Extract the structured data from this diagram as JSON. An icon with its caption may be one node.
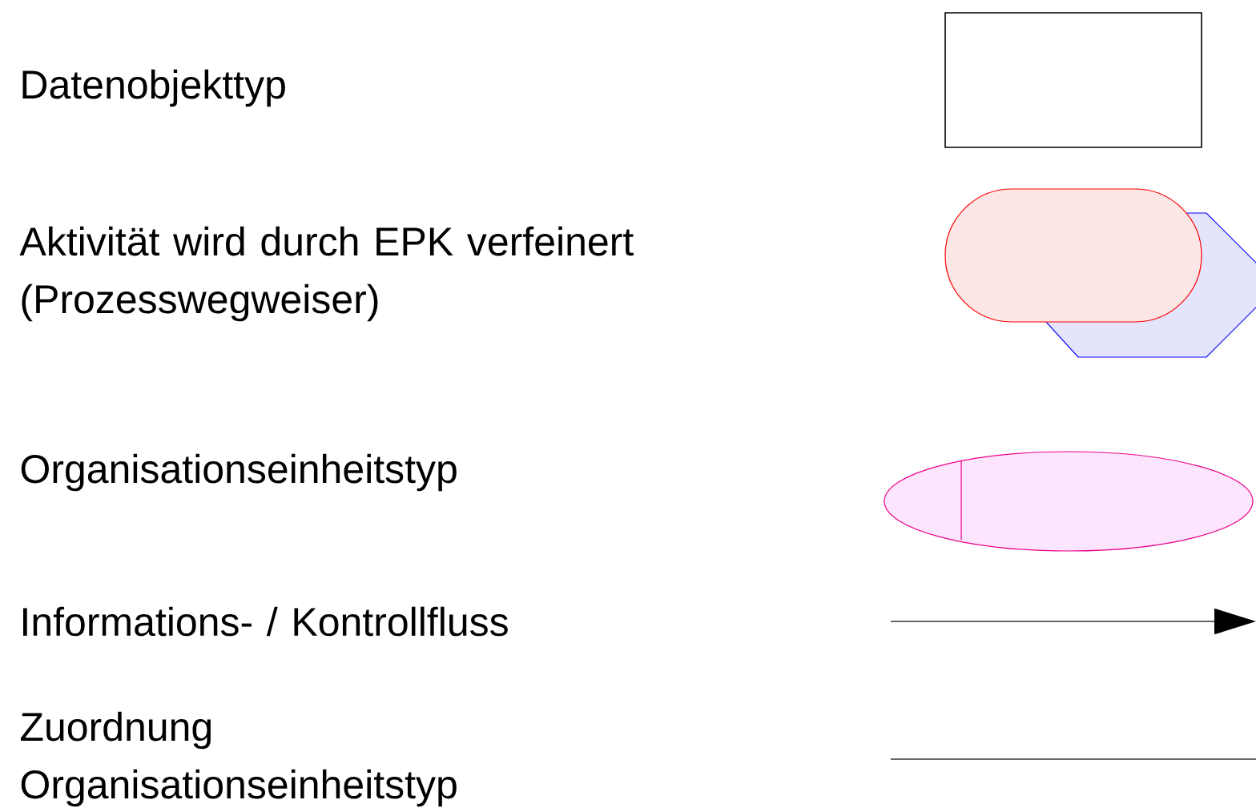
{
  "diagram": {
    "legend": [
      {
        "text": "Datenobjekttyp"
      },
      {
        "text": "Aktivität wird durch EPK verfeinert (Prozesswegweiser)"
      },
      {
        "text": "Organisationseinheitstyp"
      },
      {
        "text": "Informations- / Kontrollfluss"
      },
      {
        "text": "Zuordnung Organisationseinheitstyp"
      }
    ]
  }
}
